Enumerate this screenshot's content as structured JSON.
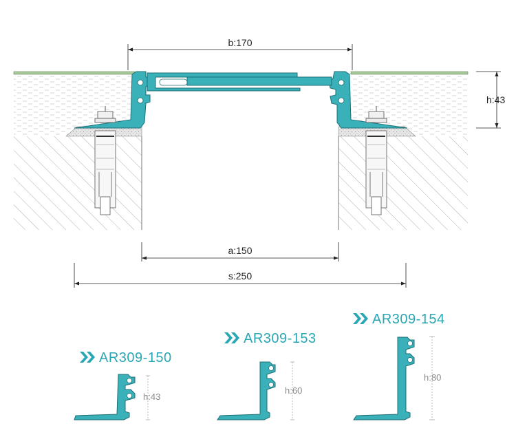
{
  "cross_section": {
    "dimensions": {
      "b": "b:170",
      "h": "h:43",
      "a": "a:150",
      "s": "s:250"
    }
  },
  "profiles": [
    {
      "model": "AR309-150",
      "height": "h:43"
    },
    {
      "model": "AR309-153",
      "height": "h:60"
    },
    {
      "model": "AR309-154",
      "height": "h:80"
    }
  ],
  "colors": {
    "profile_fill": "#3ab1b9",
    "profile_stroke": "#1d6f76",
    "accent_text": "#2aa7b4",
    "chevron": "#2aa7b4",
    "concrete_hatch": "#9a9a9a",
    "screed_dash": "#b8b8b8",
    "floor_surface": "#a8c79a",
    "dim_line": "#222222",
    "secondary_dim": "#aaaaaa"
  },
  "icons": [
    "chevron-double-right-icon",
    "anchor-bolt-icon"
  ]
}
